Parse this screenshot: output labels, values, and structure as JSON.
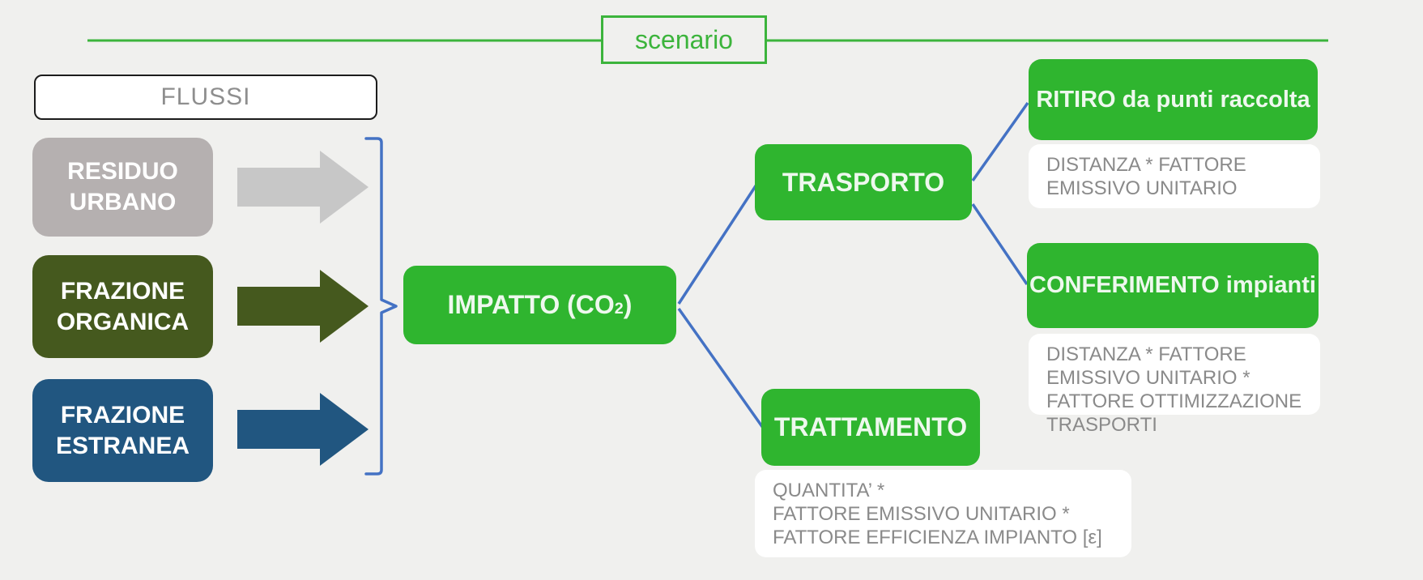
{
  "colors": {
    "bg": "#f0f0ee",
    "green": "#3cb43c",
    "green_box": "#2fb52f",
    "green_box_text": "#eef8ee",
    "dark_green": "#45591e",
    "dark_blue": "#215680",
    "gray_box": "#b5b0b0",
    "gray_arrow": "#c7c7c7",
    "blue_line": "#4472c4",
    "formula_text": "#8a8a8a",
    "flussi_text": "#8e8e8e",
    "flussi_border": "#1c1c1c"
  },
  "header": {
    "scenario_label": "scenario"
  },
  "flows": {
    "title": "FLUSSI",
    "items": [
      {
        "label": "RESIDUO URBANO"
      },
      {
        "label": "FRAZIONE ORGANICA"
      },
      {
        "label": "FRAZIONE ESTRANEA"
      }
    ]
  },
  "impact": {
    "label_pre": "IMPATTO (CO",
    "label_sub": "2",
    "label_post": ")"
  },
  "nodes": {
    "trasporto": "TRASPORTO",
    "trattamento": "TRATTAMENTO",
    "ritiro": "RITIRO da punti raccolta",
    "conferimento": "CONFERIMENTO impianti"
  },
  "formulas": {
    "ritiro": "DISTANZA * FATTORE EMISSIVO UNITARIO",
    "conferimento": "DISTANZA * FATTORE EMISSIVO UNITARIO * FATTORE OTTIMIZZAZIONE TRASPORTI",
    "trattamento_lines": [
      "QUANTITA’ *",
      "FATTORE EMISSIVO UNITARIO *",
      "FATTORE EFFICIENZA IMPIANTO [ε]"
    ]
  }
}
